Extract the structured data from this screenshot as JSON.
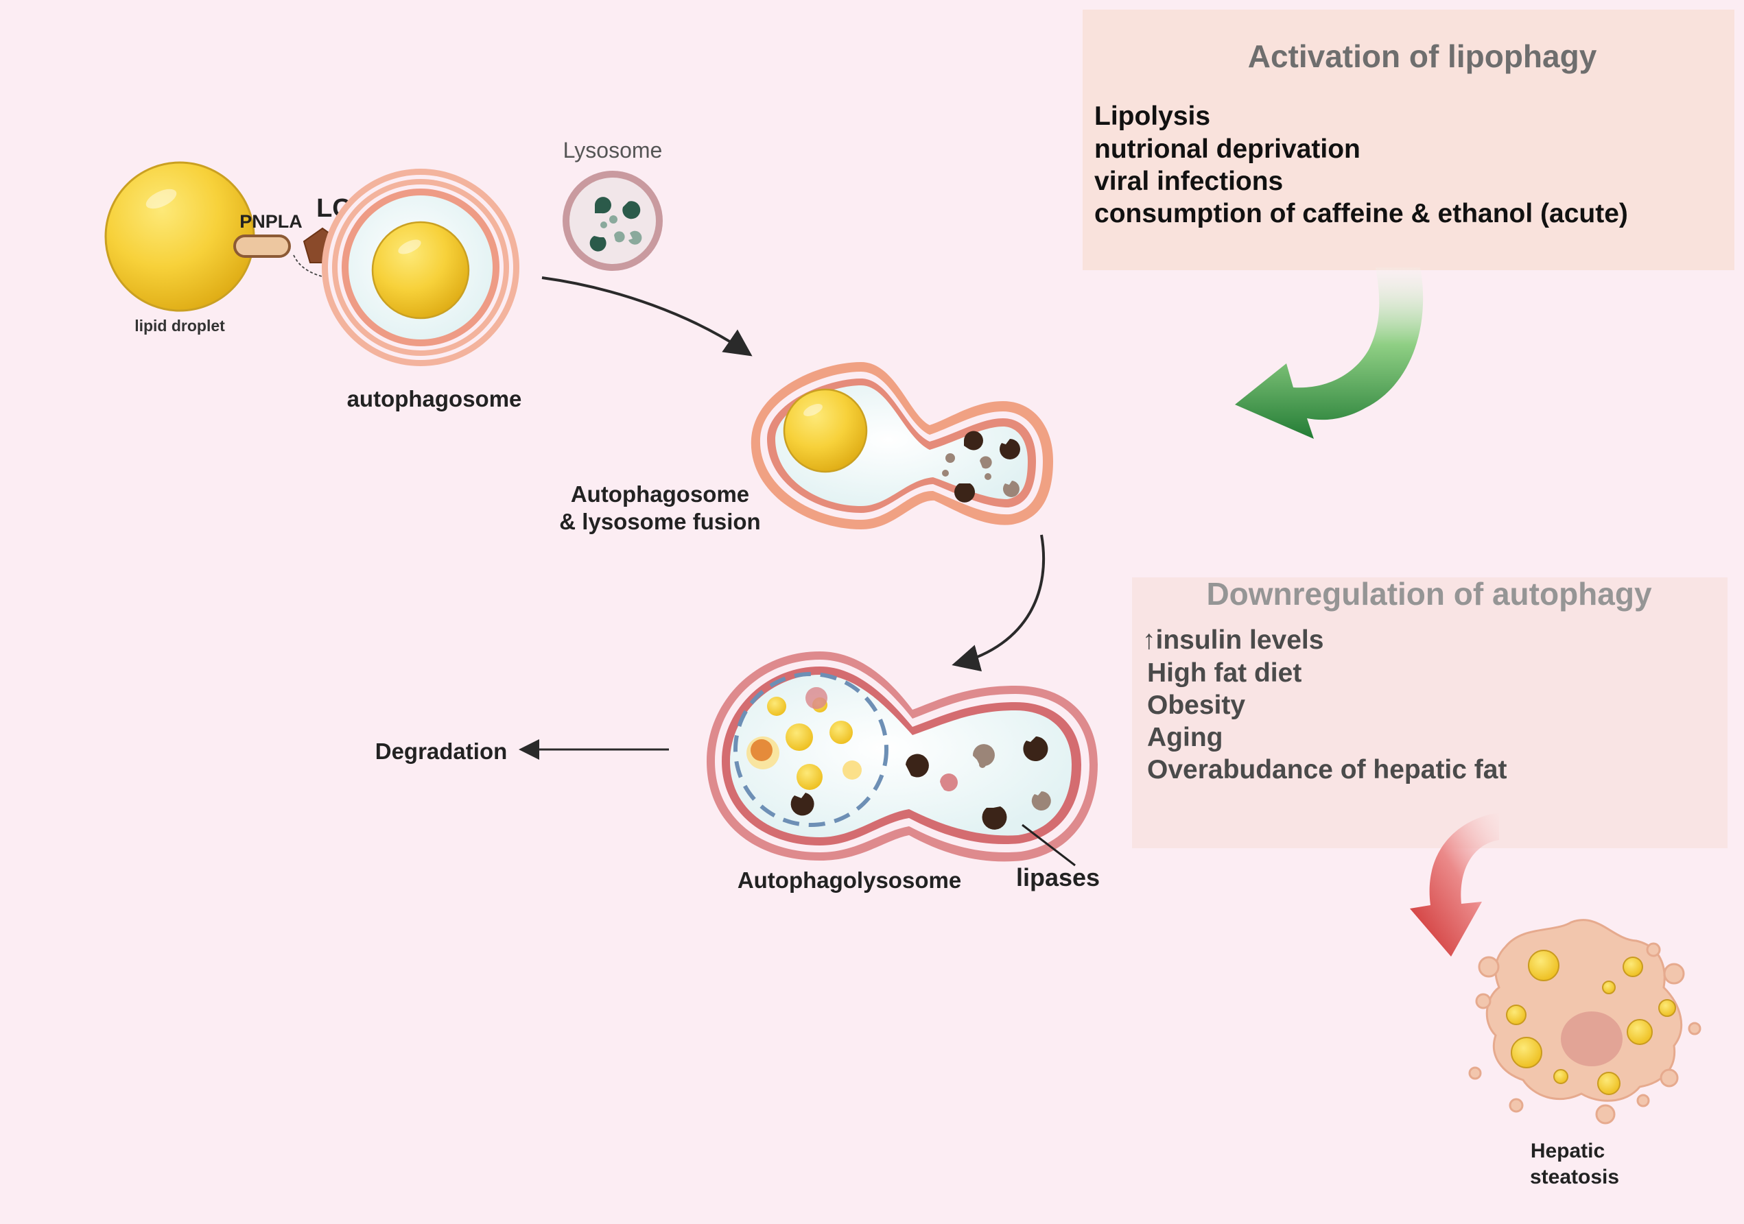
{
  "colors": {
    "background": "#fcedf3",
    "activation_panel": "#f9e2dc",
    "downregulation_panel": "#f9e4e4",
    "activation_title": "#6e6e6e",
    "downregulation_title": "#959595",
    "activation_text": "#111111",
    "downregulation_text": "#4a4a4a",
    "lipid": "#f5c92e",
    "autophagosome_membrane": "#f0a183",
    "lysosome_membrane": "#d9868a",
    "enzyme_dark": "#3b2418",
    "enzyme_light": "#9b8578",
    "lc3": "#8a4a2a",
    "green_arrow": "#2e8b3e",
    "red_arrow": "#d33c3c",
    "liver_cell": "#f2c6ad"
  },
  "labels": {
    "lipid_droplet": "lipid droplet",
    "pnpla": "PNPLA",
    "lc3": "LC3",
    "autophagosome": "autophagosome",
    "lysosome": "Lysosome",
    "fusion_line1": "Autophagosome",
    "fusion_line2": "& lysosome fusion",
    "degradation": "Degradation",
    "autophagolysosome": "Autophagolysosome",
    "lipases": "lipases",
    "hepatic_line1": "Hepatic",
    "hepatic_line2": "steatosis"
  },
  "activation_panel": {
    "title": "Activation of lipophagy",
    "items": [
      "Lipolysis",
      "nutrional deprivation",
      "viral infections",
      "consumption of caffeine & ethanol (acute)"
    ]
  },
  "downregulation_panel": {
    "title": "Downregulation of autophagy",
    "items": [
      "↑insulin levels",
      "High fat diet",
      "Obesity",
      "Aging",
      "Overabudance  of hepatic  fat"
    ]
  }
}
